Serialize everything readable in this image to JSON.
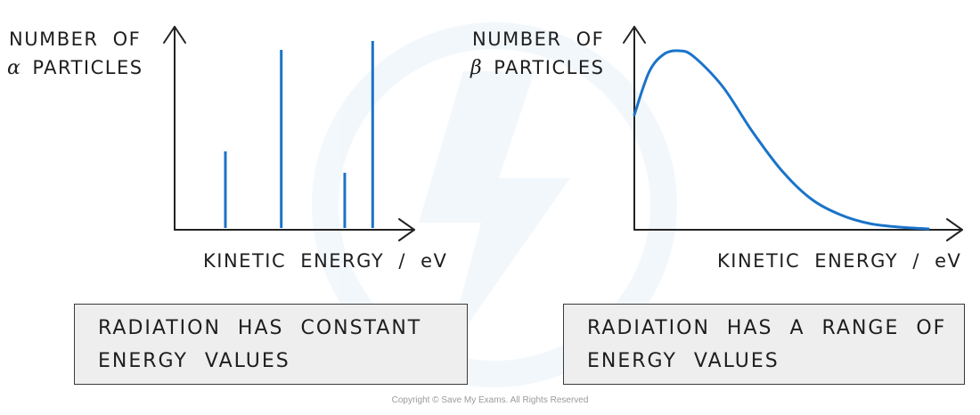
{
  "chart_data": [
    {
      "type": "bar",
      "ylabel_line1": "NUMBER  OF",
      "ylabel_symbol": "α",
      "ylabel_line2": "PARTICLES",
      "xlabel": "KINETIC  ENERGY / eV",
      "values": [
        0.43,
        1.0,
        0.31,
        1.05
      ],
      "positions": [
        0.2,
        0.42,
        0.67,
        0.78
      ],
      "note": "RADIATION  HAS  CONSTANT ENERGY  VALUES",
      "color": "#1a73c9"
    },
    {
      "type": "line",
      "ylabel_line1": "NUMBER  OF",
      "ylabel_symbol": "β",
      "ylabel_line2": "PARTICLES",
      "xlabel": "KINETIC  ENERGY / eV",
      "x": [
        0,
        0.05,
        0.1,
        0.15,
        0.2,
        0.3,
        0.4,
        0.5,
        0.6,
        0.7,
        0.8,
        0.9,
        1.0
      ],
      "y": [
        0.64,
        0.88,
        0.98,
        1.0,
        0.97,
        0.8,
        0.55,
        0.33,
        0.17,
        0.08,
        0.03,
        0.01,
        0.0
      ],
      "note": "RADIATION  HAS  A  RANGE OF  ENERGY  VALUES",
      "color": "#1a73c9"
    }
  ],
  "copyright": "Copyright © Save My Exams. All Rights Reserved"
}
